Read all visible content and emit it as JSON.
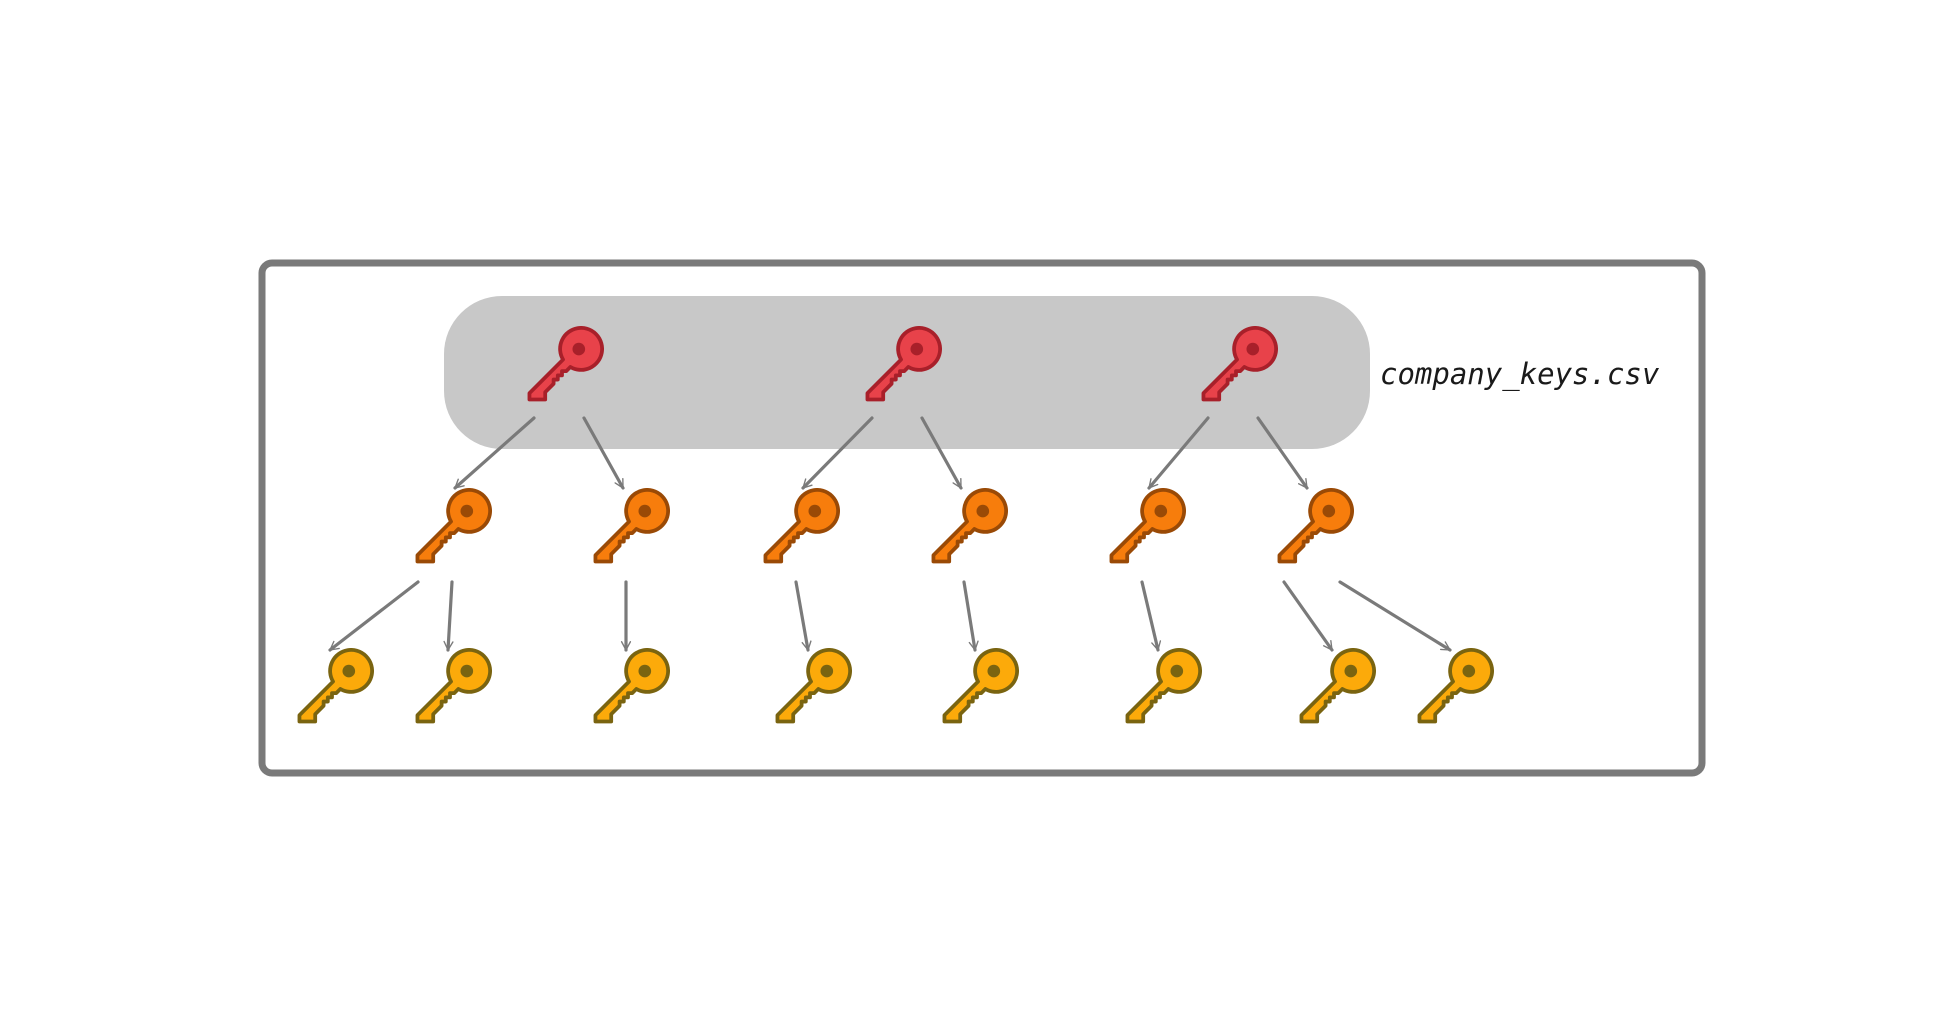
{
  "diagram": {
    "file_label": "company_keys.csv",
    "colors": {
      "frame_border": "#7a7a7a",
      "group_fill": "#c8c8c8",
      "arrow": "#7a7a7a",
      "label_text": "#1a1a1a"
    },
    "key_levels": [
      {
        "level": "root",
        "icon": "key-icon",
        "fill": "#e8424a",
        "stroke": "#a8202a",
        "count": 3
      },
      {
        "level": "child",
        "icon": "key-icon",
        "fill": "#f77d0c",
        "stroke": "#9a4a06",
        "count": 6
      },
      {
        "level": "grandchild",
        "icon": "key-icon",
        "fill": "#fcaa0a",
        "stroke": "#7a6410",
        "count": 8
      }
    ],
    "tree": [
      {
        "children": [
          {
            "grandchildren": 2
          },
          {
            "grandchildren": 1
          }
        ]
      },
      {
        "children": [
          {
            "grandchildren": 1
          },
          {
            "grandchildren": 1
          }
        ]
      },
      {
        "children": [
          {
            "grandchildren": 1
          },
          {
            "grandchildren": 2
          }
        ]
      }
    ]
  }
}
